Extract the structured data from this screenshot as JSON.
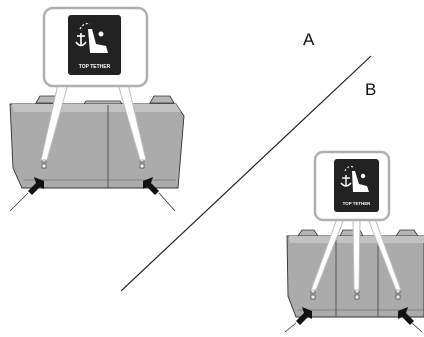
{
  "labels": {
    "a": "A",
    "b": "B"
  },
  "badge_text": "TOP TETHER",
  "icons": {
    "badge": "child-seat-anchor-icon"
  },
  "colors": {
    "seat_fill": "#a9a9a9",
    "seat_dark": "#8e8e8e",
    "seat_light": "#c4c4c4",
    "badge_bg": "#222222",
    "arrow": "#111111"
  }
}
